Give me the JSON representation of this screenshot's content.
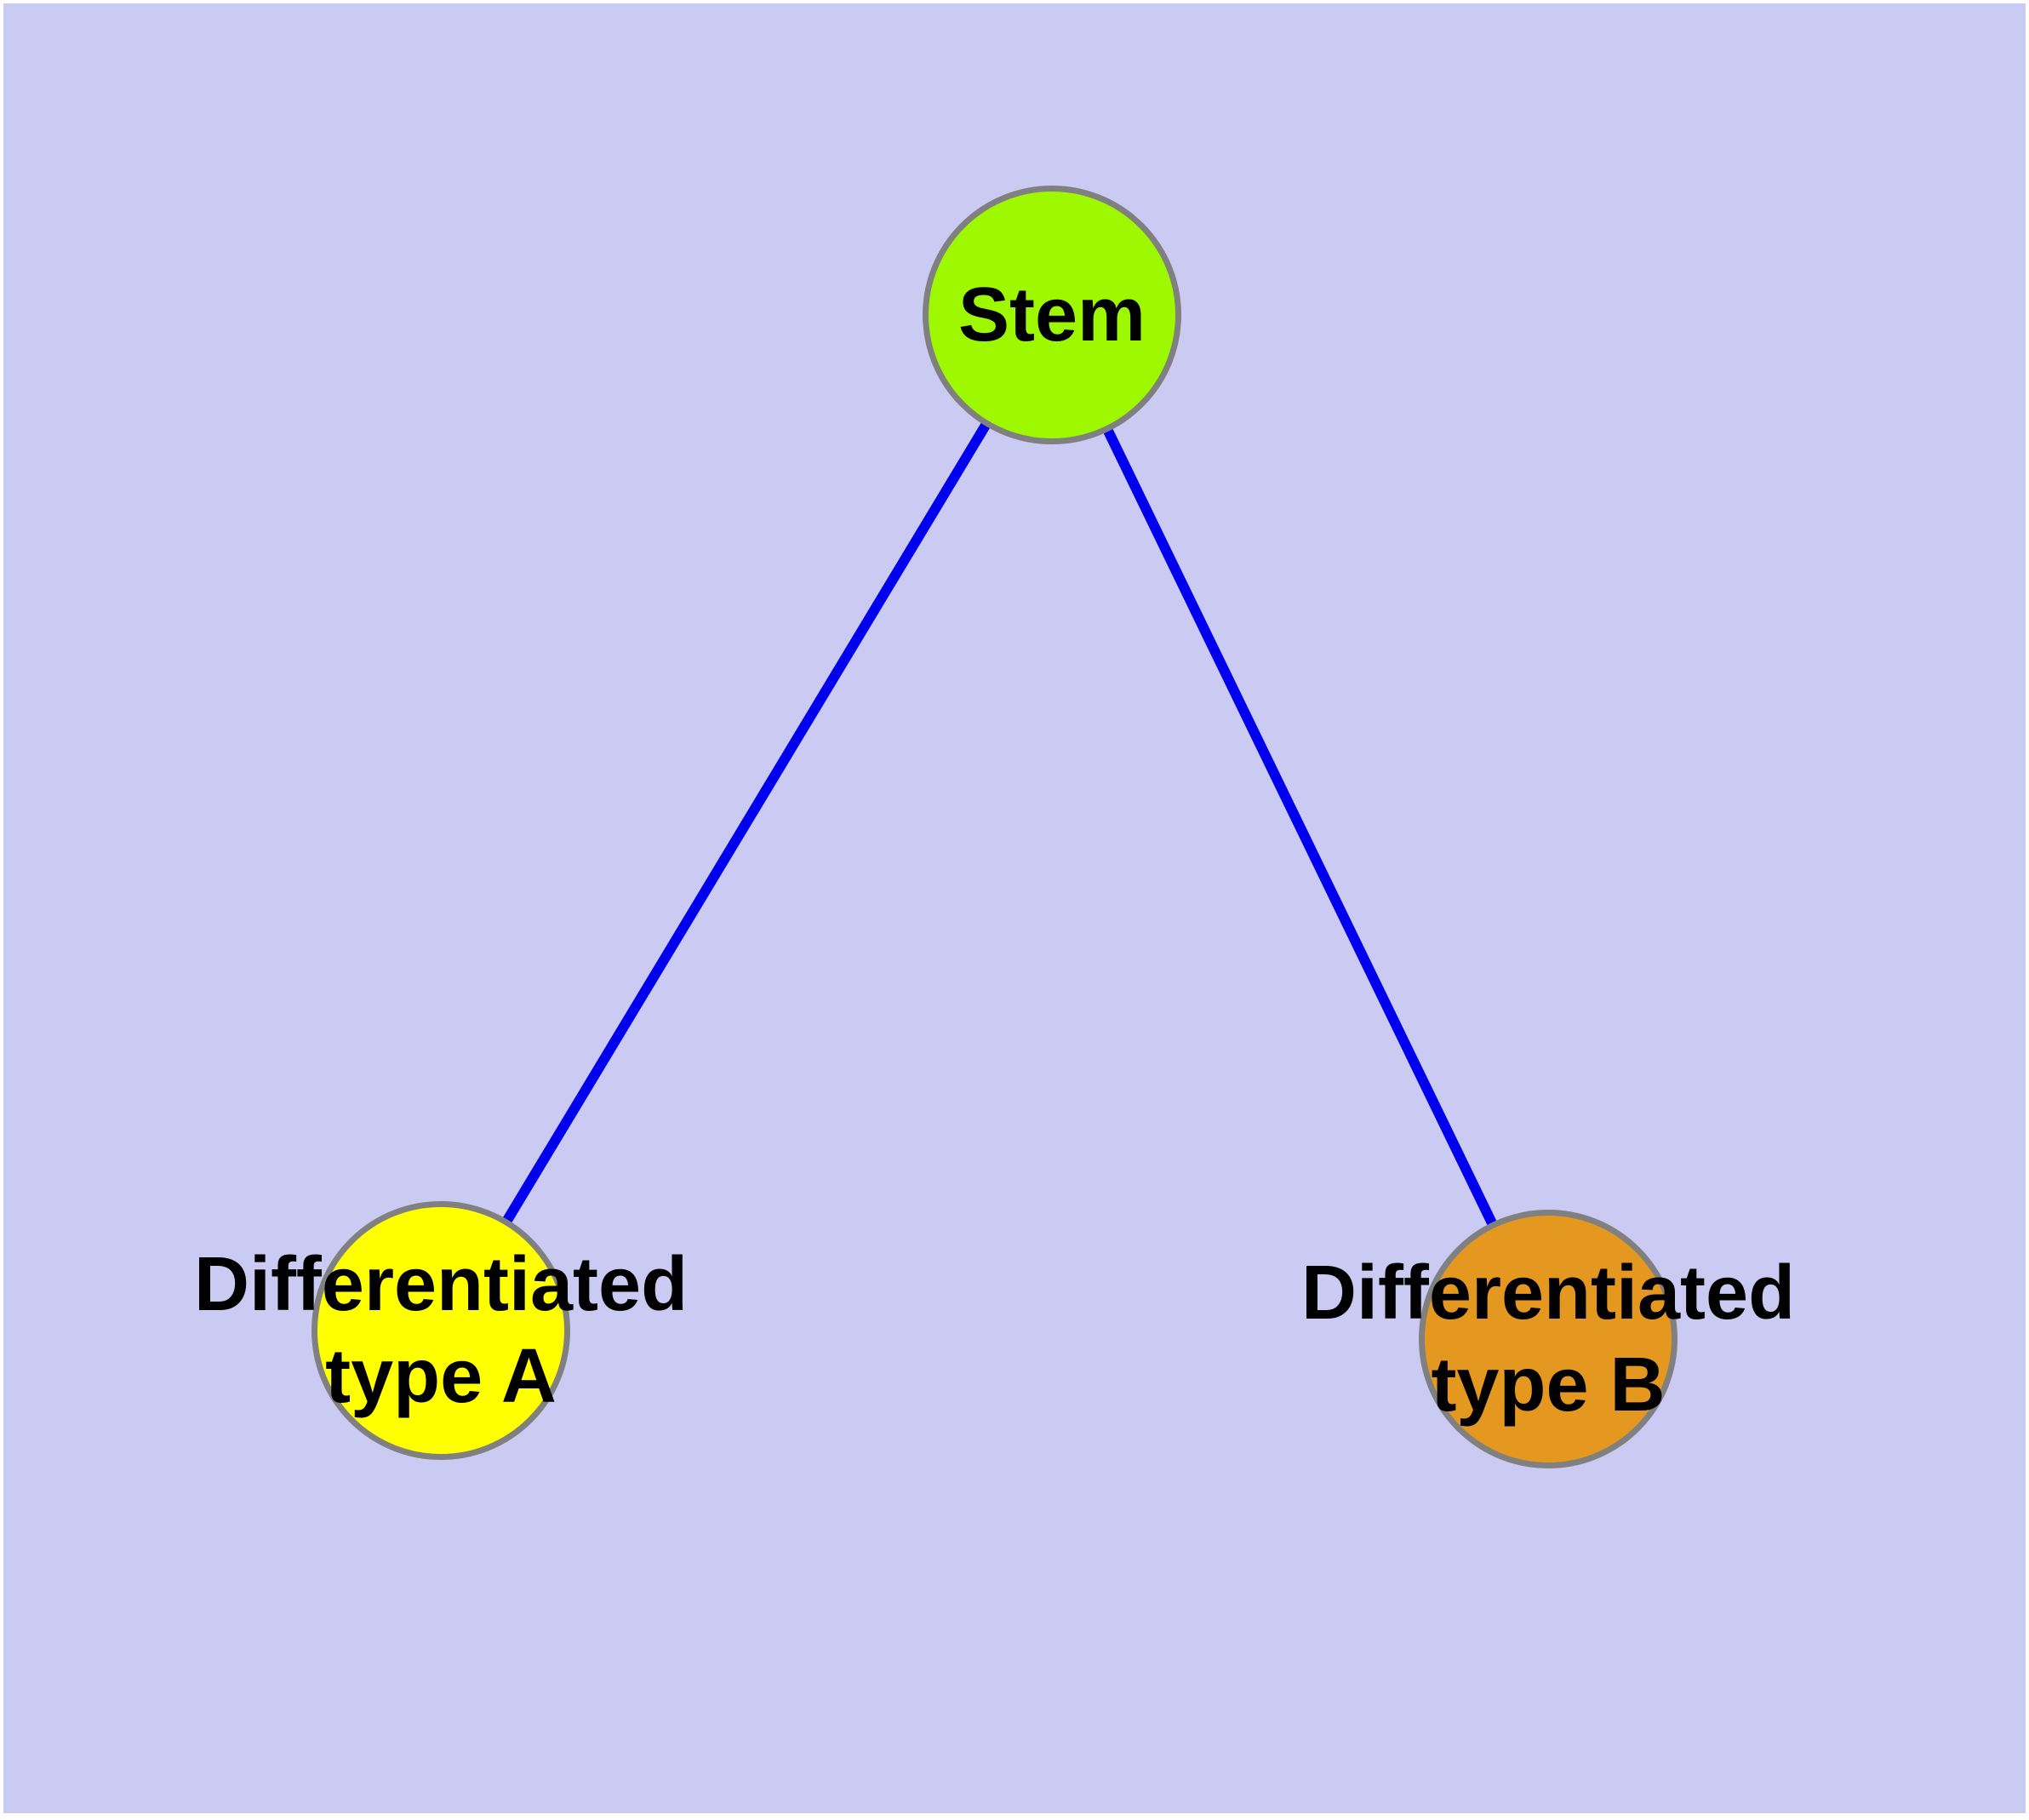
{
  "diagram": {
    "nodes": [
      {
        "id": "stem",
        "label": "Stem",
        "fill": "#9EF800"
      },
      {
        "id": "differentiated-type-a",
        "label": "Differentiated\ntype A",
        "fill": "#FFFF00"
      },
      {
        "id": "differentiated-type-b",
        "label": "Differentiated\ntype B",
        "fill": "#E5981F"
      }
    ],
    "edges": [
      {
        "from": "stem",
        "to": "differentiated-type-a"
      },
      {
        "from": "stem",
        "to": "differentiated-type-b"
      }
    ],
    "colors": {
      "background": "#CACAF2",
      "edge": "#0000EE",
      "node_border": "#808080",
      "label_text": "#000000"
    }
  }
}
